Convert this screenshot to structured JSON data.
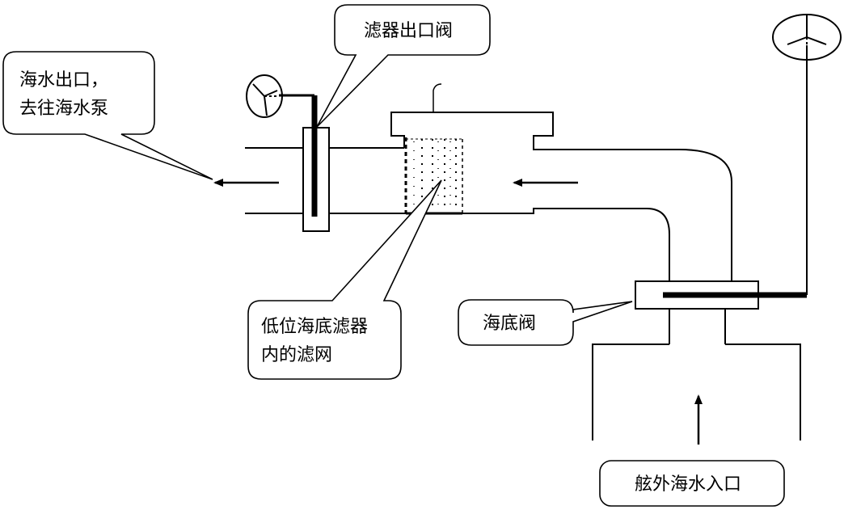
{
  "labels": {
    "outlet_line1": "海水出口，",
    "outlet_line2": "去往海水泵",
    "filter_valve": "滤器出口阀",
    "strainer_line1": "低位海底滤器",
    "strainer_line2": "内的滤网",
    "sea_valve": "海底阀",
    "inlet": "舷外海水入口"
  },
  "colors": {
    "stroke": "#000000",
    "background": "#ffffff"
  },
  "icons": [
    "handwheel-icon",
    "handwheel-icon",
    "flow-arrow-left",
    "flow-arrow-left",
    "flow-arrow-up"
  ]
}
